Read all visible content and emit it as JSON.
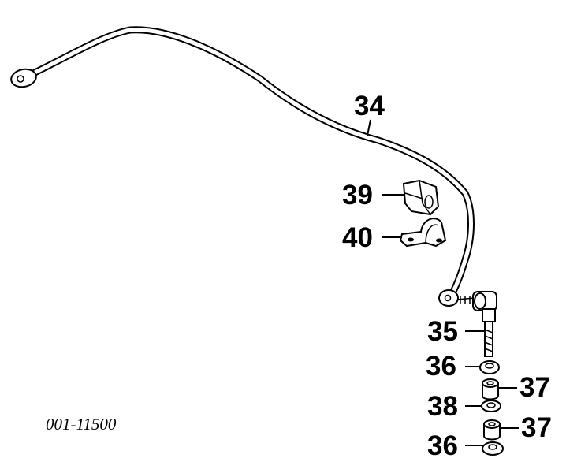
{
  "diagram": {
    "drawing_code": "001-11500",
    "callouts": {
      "c34": "34",
      "c39": "39",
      "c40": "40",
      "c35": "35",
      "c36a": "36",
      "c37a": "37",
      "c38": "38",
      "c37b": "37",
      "c36b": "36"
    }
  }
}
